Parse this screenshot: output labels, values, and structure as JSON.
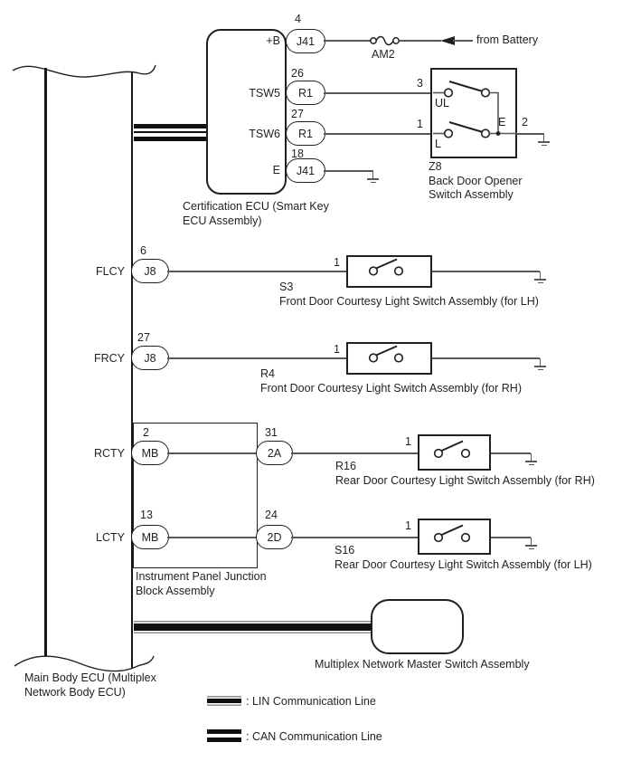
{
  "battery_feed": {
    "fuse": "AM2",
    "source_label": "from Battery"
  },
  "certification_ecu": {
    "label_line1": "Certification ECU (Smart Key",
    "label_line2": "ECU Assembly)",
    "pin_b": {
      "name": "+B",
      "pin": "4",
      "connector": "J41"
    },
    "pin_tsw5": {
      "name": "TSW5",
      "pin": "26",
      "connector": "R1"
    },
    "pin_tsw6": {
      "name": "TSW6",
      "pin": "27",
      "connector": "R1"
    },
    "pin_e": {
      "name": "E",
      "pin": "18",
      "connector": "J41"
    }
  },
  "back_door_switch": {
    "code": "Z8",
    "label_line1": "Back Door Opener",
    "label_line2": "Switch Assembly",
    "pin_ul": "3",
    "term_ul": "UL",
    "pin_l": "1",
    "term_l": "L",
    "term_e": "E",
    "pin_e": "2"
  },
  "main_body_ecu": {
    "label_line1": "Main Body ECU (Multiplex",
    "label_line2": "Network Body ECU)"
  },
  "junction_block": {
    "label_line1": "Instrument Panel Junction",
    "label_line2": "Block Assembly"
  },
  "courtesy_rows": [
    {
      "ecu_pin_name": "FLCY",
      "ecu_pin": "6",
      "ecu_connector": "J8",
      "switch_pin": "1",
      "code": "S3",
      "name": "Front Door Courtesy Light Switch Assembly (for LH)"
    },
    {
      "ecu_pin_name": "FRCY",
      "ecu_pin": "27",
      "ecu_connector": "J8",
      "switch_pin": "1",
      "code": "R4",
      "name": "Front Door Courtesy Light Switch Assembly (for RH)"
    },
    {
      "ecu_pin_name": "RCTY",
      "ecu_pin": "2",
      "ecu_connector": "MB",
      "jb_pin": "31",
      "jb_connector": "2A",
      "switch_pin": "1",
      "code": "R16",
      "name": "Rear Door Courtesy Light Switch Assembly (for RH)"
    },
    {
      "ecu_pin_name": "LCTY",
      "ecu_pin": "13",
      "ecu_connector": "MB",
      "jb_pin": "24",
      "jb_connector": "2D",
      "switch_pin": "1",
      "code": "S16",
      "name": "Rear Door Courtesy Light Switch Assembly (for LH)"
    }
  ],
  "master_switch": {
    "label": "Multiplex Network Master Switch Assembly"
  },
  "legend": {
    "lin": ": LIN Communication Line",
    "can": ": CAN Communication Line"
  },
  "colors": {
    "ink": "#231f20",
    "wire": "#57585a",
    "background": "#ffffff"
  }
}
